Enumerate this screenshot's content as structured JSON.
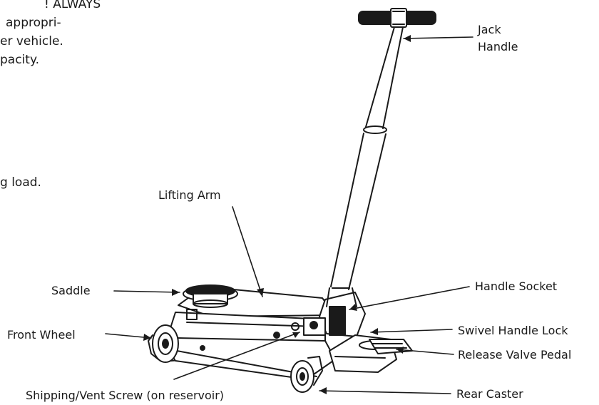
{
  "intro_text": {
    "lines": [
      "! ALWAYS",
      "appropri-",
      "er vehicle.",
      "pacity."
    ],
    "trailing": "g load."
  },
  "labels": {
    "jack_handle_line1": "Jack",
    "jack_handle_line2": "Handle",
    "lifting_arm": "Lifting Arm",
    "saddle": "Saddle",
    "front_wheel": "Front Wheel",
    "handle_socket": "Handle Socket",
    "swivel_handle_lock": "Swivel Handle Lock",
    "release_valve_pedal": "Release Valve Pedal",
    "rear_caster": "Rear Caster",
    "shipping_vent_screw": "Shipping/Vent Screw (on reservoir)"
  },
  "colors": {
    "ink": "#1a1a1a",
    "background": "#ffffff"
  }
}
